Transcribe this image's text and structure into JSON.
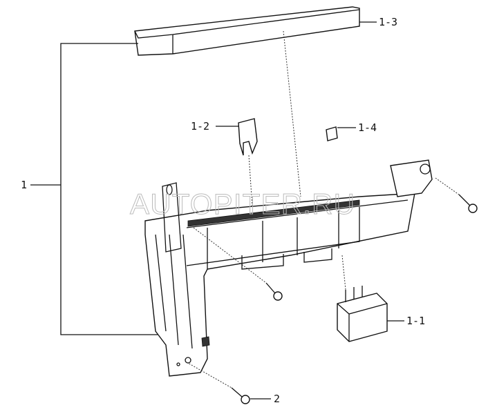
{
  "diagram": {
    "watermark": "AUTOPITER.RU",
    "callouts": [
      {
        "id": "1-3",
        "part": "cover"
      },
      {
        "id": "1-2",
        "part": "fuse"
      },
      {
        "id": "1-4",
        "part": "clip"
      },
      {
        "id": "1",
        "part": "fuse-box-assembly"
      },
      {
        "id": "1-1",
        "part": "relay"
      },
      {
        "id": "2",
        "part": "screw"
      }
    ]
  }
}
